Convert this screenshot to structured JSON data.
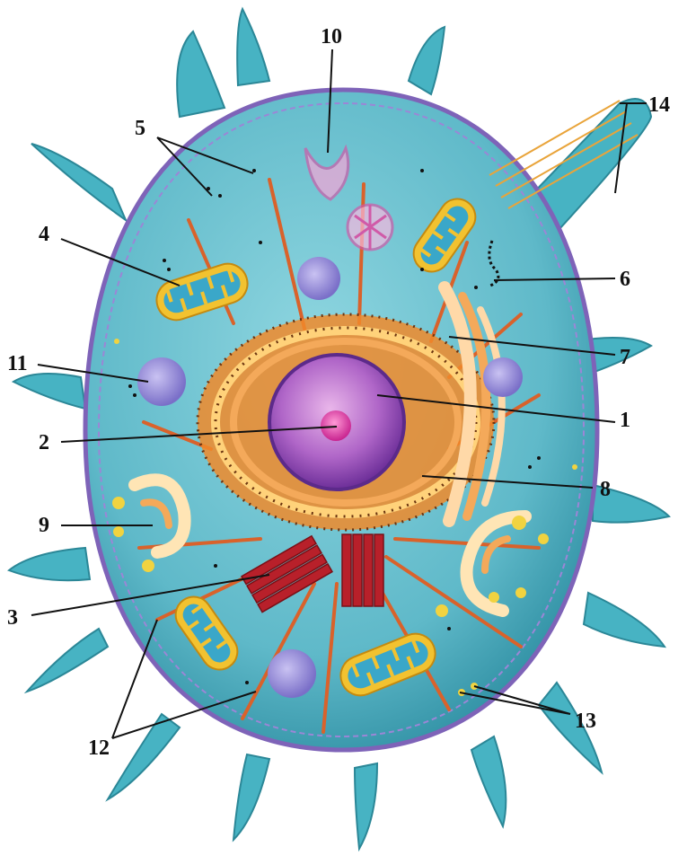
{
  "labels": {
    "l1": "1",
    "l2": "2",
    "l3": "3",
    "l4": "4",
    "l5": "5",
    "l6": "6",
    "l7": "7",
    "l8": "8",
    "l9": "9",
    "l10": "10",
    "l11": "11",
    "l12": "12",
    "l13": "13",
    "l14": "14"
  },
  "colors": {
    "cytoplasm": "#5fb9c9",
    "cytoplasm_dark": "#2f8fa3",
    "membrane": "#7e63b8",
    "nucleus": "#9a4fc0",
    "nucleolus": "#d23aa0",
    "endoplasmic_reticulum": "#f08a2a",
    "golgi": "#f4a95a",
    "mitochondria_outer": "#f2c230",
    "mitochondria_inner": "#3aa7c9",
    "centrioles": "#b8202a",
    "lysosome": "#8a7fd0",
    "cytoskeleton": "#d9622b",
    "vesicle": "#f1d340",
    "label_text": "#111111"
  }
}
